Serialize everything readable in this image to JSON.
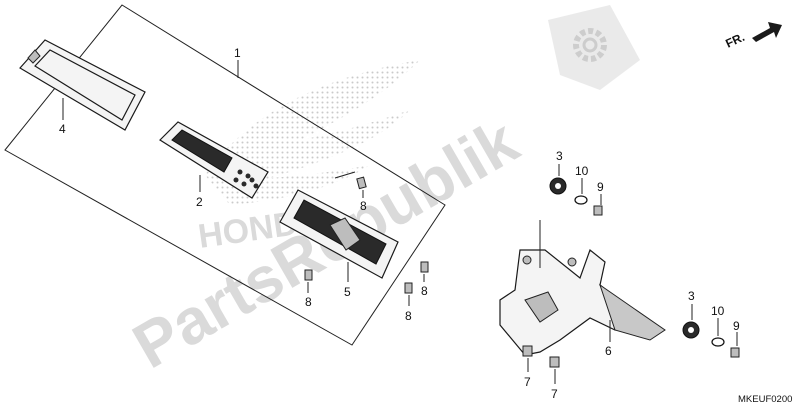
{
  "diagram": {
    "callouts": [
      "1",
      "2",
      "3",
      "4",
      "5",
      "6",
      "7",
      "8",
      "9",
      "10"
    ],
    "front_indicator": "FR.",
    "watermark": "PartsRepublik",
    "brand_watermark": "HONDA",
    "figure_code": "MKEUF0200"
  },
  "colors": {
    "ink": "#111111",
    "watermark": "#bdbdbd",
    "part_fill": "#f4f4f4"
  },
  "icons": [
    "gear-icon",
    "arrow-icon"
  ]
}
